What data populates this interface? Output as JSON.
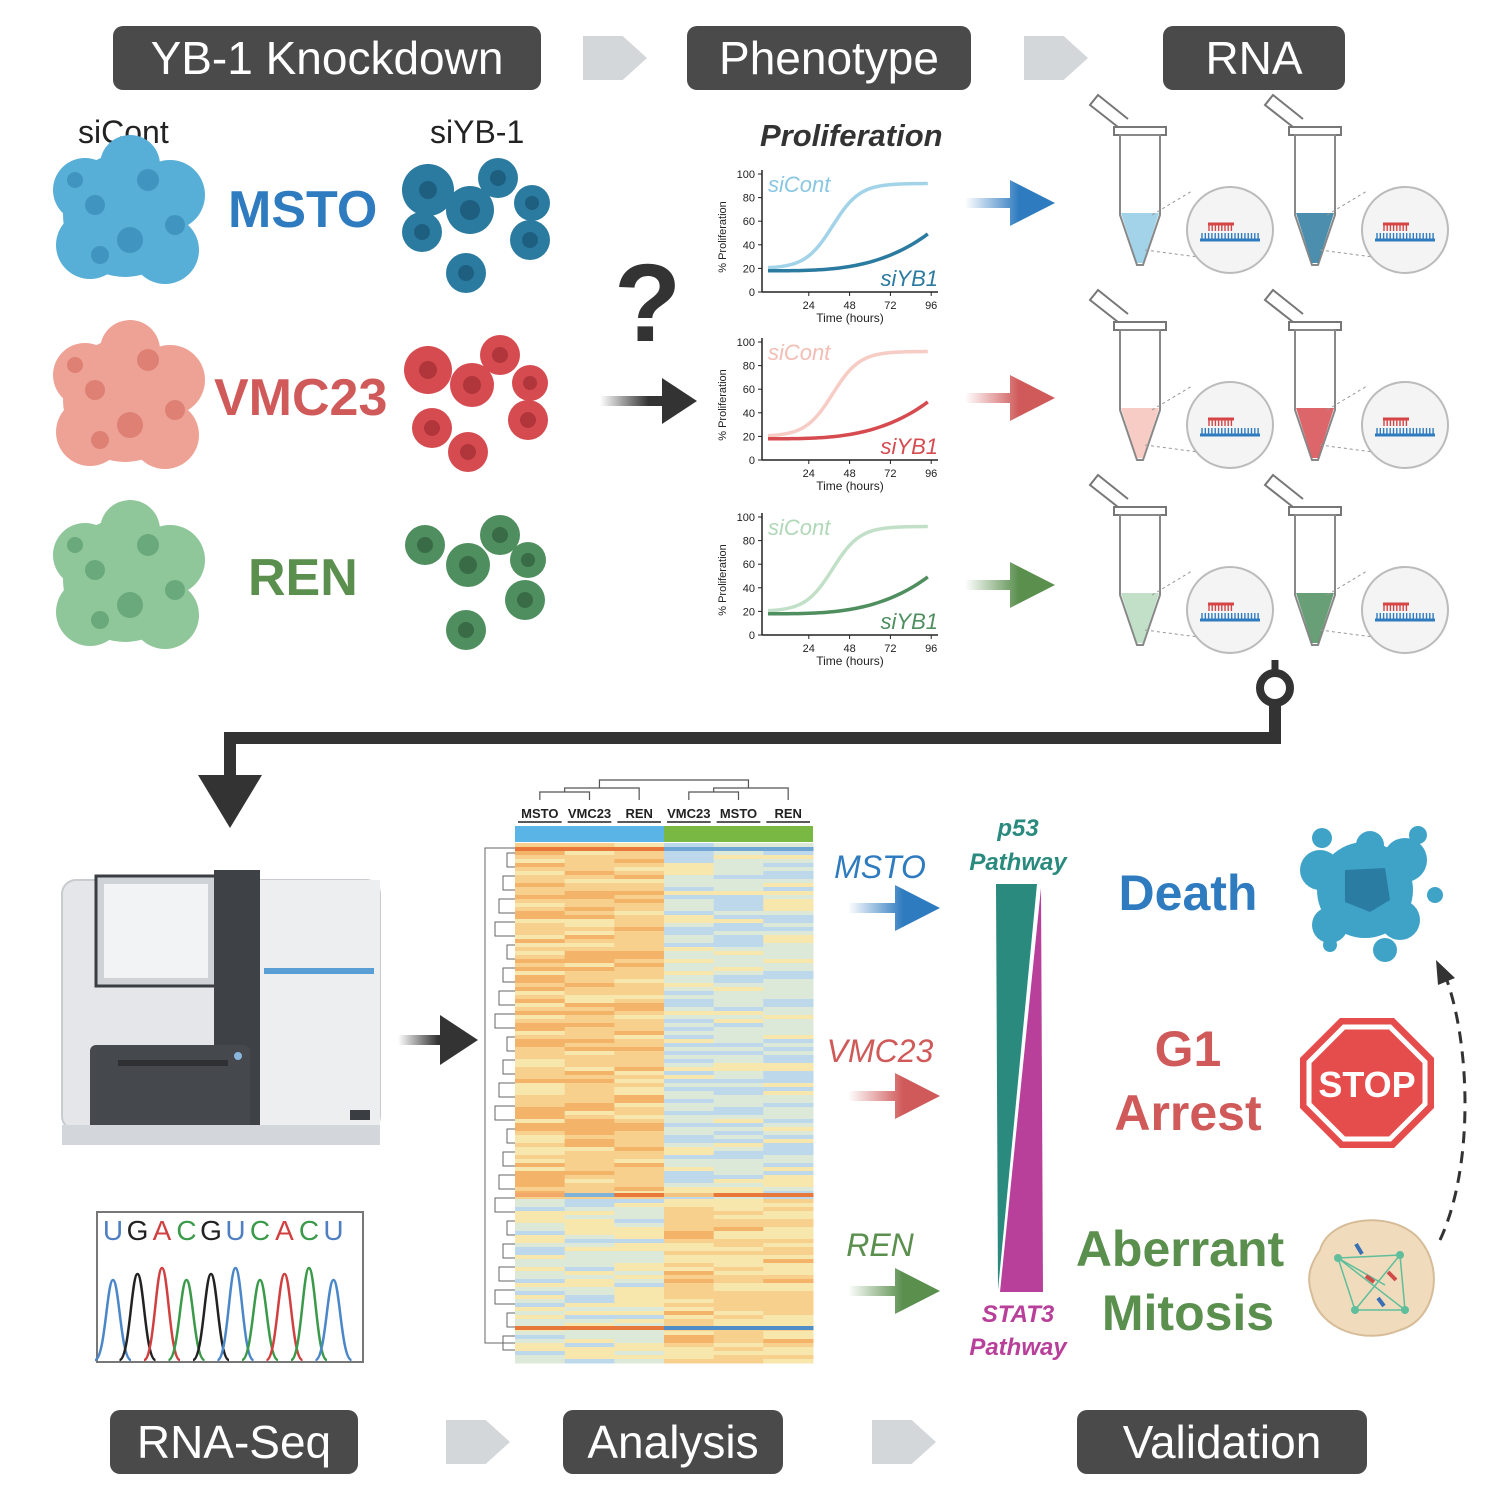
{
  "steps": {
    "knockdown": "YB-1 Knockdown",
    "phenotype": "Phenotype",
    "rna": "RNA",
    "rnaseq": "RNA-Seq",
    "analysis": "Analysis",
    "validation": "Validation"
  },
  "conditions": {
    "control": "siCont",
    "knockdown": "siYB-1"
  },
  "cell_lines": [
    {
      "name": "MSTO",
      "color": "#2f7bbf",
      "light": "#57aed6",
      "dark": "#2b7aa0"
    },
    {
      "name": "VMC23",
      "color": "#d05a5a",
      "light": "#eea295",
      "dark": "#d64b50"
    },
    {
      "name": "REN",
      "color": "#5a8f4e",
      "light": "#8fc79a",
      "dark": "#4f8e5f"
    }
  ],
  "question_mark": "?",
  "proliferation": {
    "title": "Proliferation",
    "ylabel": "% Proliferation",
    "xlabel": "Time (hours)",
    "yticks": [
      "0",
      "20",
      "40",
      "60",
      "80",
      "100"
    ],
    "xticks": [
      "24",
      "48",
      "72",
      "96"
    ],
    "series_labels": [
      "siCont",
      "siYB1"
    ]
  },
  "heatmap": {
    "columns": [
      "MSTO",
      "VMC23",
      "REN",
      "VMC23",
      "MSTO",
      "REN"
    ],
    "group_colors": [
      "#5ab4e5",
      "#78b843"
    ]
  },
  "outcome_arrows": [
    "MSTO",
    "VMC23",
    "REN"
  ],
  "pathways": {
    "top": "p53 Pathway",
    "top_l1": "p53",
    "top_l2": "Pathway",
    "bottom_l1": "STAT3",
    "bottom_l2": "Pathway",
    "top_color": "#2a8a7e",
    "bottom_color": "#b8409a"
  },
  "outcomes": [
    {
      "line1": "Death",
      "line2": "",
      "color": "#2f7bbf"
    },
    {
      "line1": "G1",
      "line2": "Arrest",
      "color": "#d05a5a"
    },
    {
      "line1": "Aberrant",
      "line2": "Mitosis",
      "color": "#5a8f4e"
    }
  ],
  "stop_sign": "STOP",
  "sequence": [
    "U",
    "G",
    "A",
    "C",
    "G",
    "U",
    "C",
    "A",
    "C",
    "U"
  ]
}
